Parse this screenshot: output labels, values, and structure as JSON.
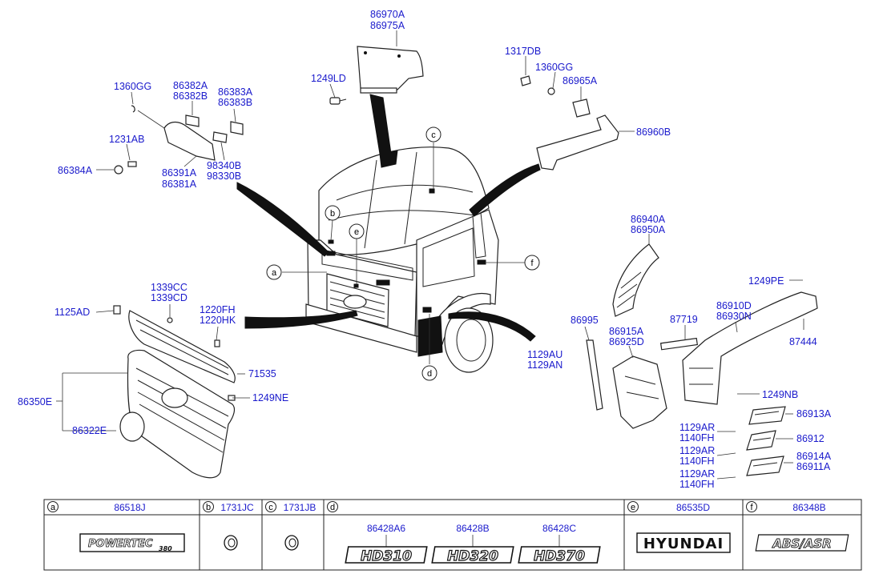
{
  "callouts": {
    "p86970": [
      "86970A",
      "86975A"
    ],
    "p1249LD": "1249LD",
    "p1317DB": "1317DB",
    "p1360GG_r": "1360GG",
    "p86965A": "86965A",
    "p86960B": "86960B",
    "p1360GG_l": "1360GG",
    "p86382": [
      "86382A",
      "86382B"
    ],
    "p86383": [
      "86383A",
      "86383B"
    ],
    "p1231AB": "1231AB",
    "p86384A": "86384A",
    "p86391": [
      "86391A",
      "86381A"
    ],
    "p98340": [
      "98340B",
      "98330B"
    ],
    "p86940": [
      "86940A",
      "86950A"
    ],
    "p1249PE": "1249PE",
    "p86910": [
      "86910D",
      "86930N"
    ],
    "p87719": "87719",
    "p87444": "87444",
    "p86995": "86995",
    "p86915": [
      "86915A",
      "86925D"
    ],
    "p1129AU": [
      "1129AU",
      "1129AN"
    ],
    "p1249NB": "1249NB",
    "p86913A": "86913A",
    "p1129AR_1": [
      "1129AR",
      "1140FH"
    ],
    "p86912": "86912",
    "p1129AR_2": [
      "1129AR",
      "1140FH"
    ],
    "p86914": [
      "86914A",
      "86911A"
    ],
    "p1129AR_3": [
      "1129AR",
      "1140FH"
    ],
    "p1339": [
      "1339CC",
      "1339CD"
    ],
    "p1125AD": "1125AD",
    "p1220": [
      "1220FH",
      "1220HK"
    ],
    "p71535": "71535",
    "p86350E": "86350E",
    "p1249NE": "1249NE",
    "p86322E": "86322E"
  },
  "circle_markers": {
    "a": "a",
    "b": "b",
    "c": "c",
    "d": "d",
    "e": "e",
    "f": "f"
  },
  "table": {
    "headers": [
      {
        "letter": "a",
        "code": "86518J"
      },
      {
        "letter": "b",
        "code": "1731JC"
      },
      {
        "letter": "c",
        "code": "1731JB"
      },
      {
        "letter": "d",
        "code": ""
      },
      {
        "letter": "e",
        "code": "86535D"
      },
      {
        "letter": "f",
        "code": "86348B"
      }
    ],
    "d_sub": [
      "86428A6",
      "86428B",
      "86428C"
    ],
    "emblems": {
      "powertec_top": "POWERTEC",
      "powertec_bottom": "380",
      "hd310": "HD310",
      "hd320": "HD320",
      "hd370": "HD370",
      "hyundai": "HYUNDAI",
      "absasr": "ABS/ASR"
    }
  }
}
